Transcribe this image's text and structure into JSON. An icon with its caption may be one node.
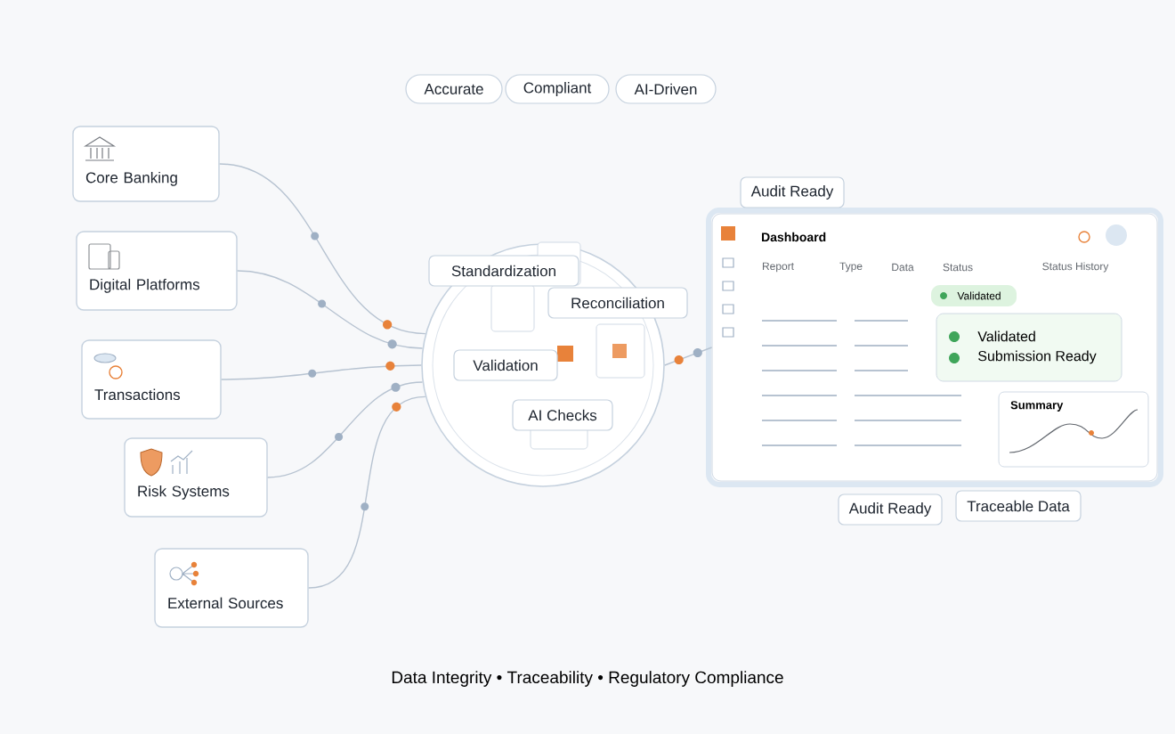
{
  "diagram": {
    "caption": "Data Integrity • Traceability • Regulatory Compliance",
    "nodes": [
      {
        "text": [
          "Core Banking"
        ]
      },
      {
        "text": [
          "Digital Platforms"
        ]
      },
      {
        "text": [
          "Transactions"
        ]
      },
      {
        "text": [
          "Risk Systems"
        ]
      },
      {
        "text": [
          "External Sources"
        ]
      },
      {
        "text": [],
        "shape": "circle"
      },
      {
        "text": [
          "Standardization"
        ],
        "in": 5
      },
      {
        "text": [
          "Reconciliation"
        ],
        "in": 5
      },
      {
        "text": [
          "Validation"
        ],
        "in": 5
      },
      {
        "text": [
          "AI Checks"
        ],
        "in": 5
      },
      {
        "text": [
          "Dashboard"
        ]
      },
      {
        "text": [
          "Validated"
        ],
        "in": 10
      },
      {
        "text": [
          "Validated",
          "Submission Ready"
        ],
        "in": 10
      },
      {
        "text": [
          "Summary"
        ],
        "in": 10
      },
      {
        "text": [
          "Audit Ready"
        ]
      },
      {
        "text": [
          "Audit Ready"
        ]
      },
      {
        "text": [
          "Traceable Data"
        ]
      },
      {
        "text": [
          "Accurate"
        ]
      },
      {
        "text": [
          "Compliant"
        ]
      },
      {
        "text": [
          "AI-Driven"
        ]
      }
    ],
    "edges": [
      {
        "from": 0,
        "to": 5,
        "arrow": "none"
      },
      {
        "from": 1,
        "to": 5,
        "arrow": "none"
      },
      {
        "from": 2,
        "to": 5,
        "arrow": "none"
      },
      {
        "from": 3,
        "to": 5,
        "arrow": "none"
      },
      {
        "from": 4,
        "to": 5,
        "arrow": "none"
      },
      {
        "from": 5,
        "to": 10,
        "arrow": "none"
      }
    ],
    "labels": [
      "Report",
      "Type",
      "Data",
      "Status",
      "Status History"
    ]
  }
}
